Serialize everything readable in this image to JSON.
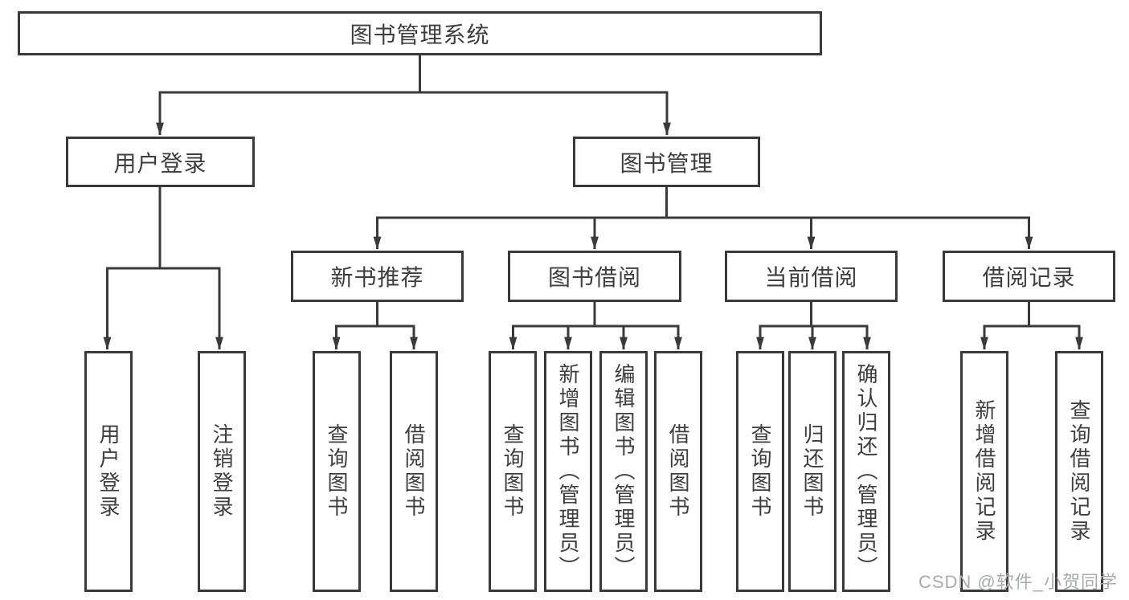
{
  "diagram": {
    "nodes": {
      "root": "图书管理系统",
      "userLogin": "用户登录",
      "bookManagement": "图书管理",
      "newBookRecommend": "新书推荐",
      "bookBorrowing": "图书借阅",
      "currentBorrowing": "当前借阅",
      "borrowingRecords": "借阅记录",
      "leafUserLogin": "用户登录",
      "leafLogout": "注销登录",
      "leafQueryBooks1": "查询图书",
      "leafBorrowBooks1": "借阅图书",
      "leafQueryBooks2": "查询图书",
      "leafAddBooksAdmin": "新增图书（管理员）",
      "leafEditBooksAdmin": "编辑图书（管理员）",
      "leafBorrowBooks2": "借阅图书",
      "leafQueryBooks3": "查询图书",
      "leafReturnBooks": "归还图书",
      "leafConfirmReturnAdmin": "确认归还（管理员）",
      "leafAddBorrowRecord": "新增借阅记录",
      "leafQueryBorrowRecord": "查询借阅记录"
    },
    "hierarchy": {
      "图书管理系统": {
        "用户登录": [
          "用户登录",
          "注销登录"
        ],
        "图书管理": {
          "新书推荐": [
            "查询图书",
            "借阅图书"
          ],
          "图书借阅": [
            "查询图书",
            "新增图书（管理员）",
            "编辑图书（管理员）",
            "借阅图书"
          ],
          "当前借阅": [
            "查询图书",
            "归还图书",
            "确认归还（管理员）"
          ],
          "借阅记录": [
            "新增借阅记录",
            "查询借阅记录"
          ]
        }
      }
    }
  },
  "watermark": "CSDN @软件_小贺同学",
  "colors": {
    "line": "#3a3a3c",
    "box_border": "#3a3a3c",
    "text": "#3e3e40",
    "watermark": "#a8abaf",
    "background": "#ffffff"
  }
}
